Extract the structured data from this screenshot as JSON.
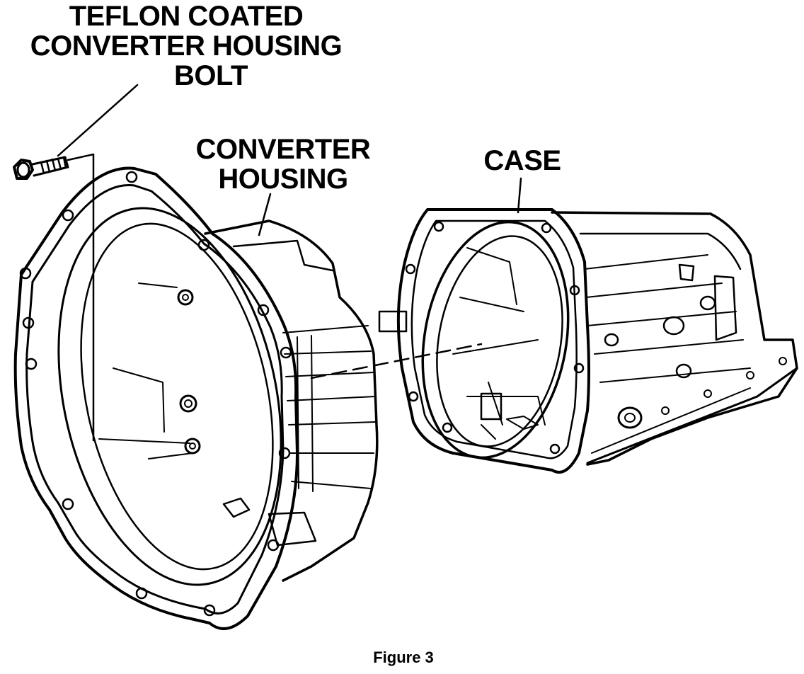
{
  "callouts": {
    "bolt": {
      "line1": "TEFLON COATED",
      "line2": "CONVERTER HOUSING",
      "line3": "BOLT"
    },
    "housing": {
      "line1": "CONVERTER",
      "line2": "HOUSING"
    },
    "case": {
      "line1": "CASE"
    }
  },
  "caption": "Figure 3",
  "colors": {
    "ink": "#000000",
    "paper": "#ffffff"
  }
}
